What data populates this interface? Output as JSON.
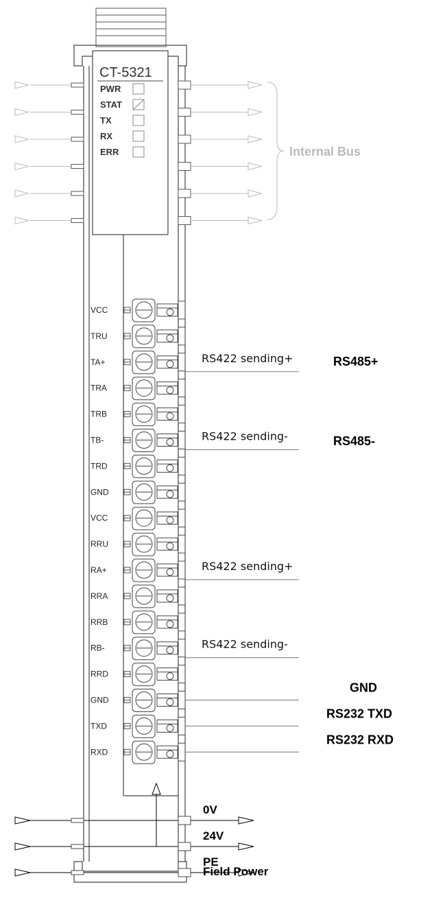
{
  "module": {
    "name": "CT-5321"
  },
  "leds": [
    "PWR",
    "STAT",
    "TX",
    "RX",
    "ERR"
  ],
  "internal_bus_label": "Internal Bus",
  "terminals": [
    "VCC",
    "TRU",
    "TA+",
    "TRA",
    "TRB",
    "TB-",
    "TRD",
    "GND",
    "VCC",
    "RRU",
    "RA+",
    "RRA",
    "RRB",
    "RB-",
    "RRD",
    "GND",
    "TXD",
    "RXD"
  ],
  "signals": [
    {
      "text": "RS422 sending+",
      "terminal": 2
    },
    {
      "text": "RS422 sending-",
      "terminal": 5
    },
    {
      "text": "RS422 sending+",
      "terminal": 10
    },
    {
      "text": "RS422 sending-",
      "terminal": 13
    }
  ],
  "rs485": {
    "plus": "RS485+",
    "minus": "RS485-"
  },
  "serial": [
    {
      "text": "GND",
      "terminal": 15
    },
    {
      "text": "RS232  TXD",
      "terminal": 16
    },
    {
      "text": "RS232  RXD",
      "terminal": 17
    }
  ],
  "power": {
    "rails": [
      "0V",
      "24V",
      "PE"
    ],
    "caption": "Field Power"
  }
}
